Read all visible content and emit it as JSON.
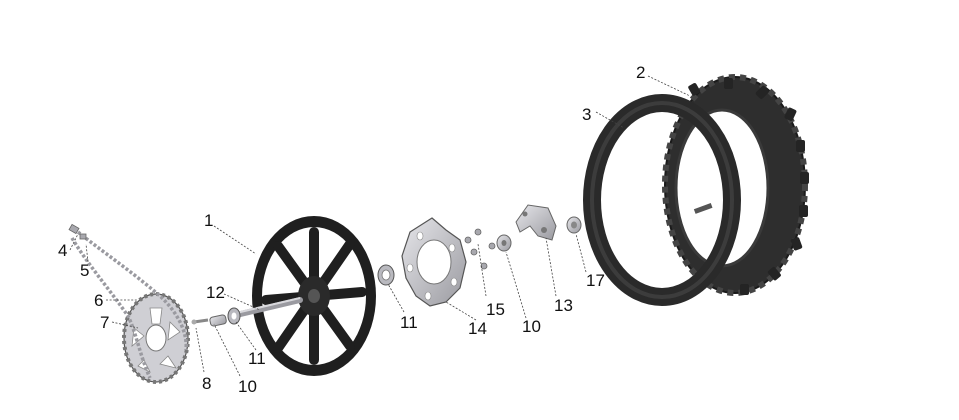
{
  "callouts": {
    "c1": "1",
    "c2": "2",
    "c3": "3",
    "c4": "4",
    "c5": "5",
    "c6": "6",
    "c7": "7",
    "c8": "8",
    "c10a": "10",
    "c10b": "10",
    "c11a": "11",
    "c11b": "11",
    "c12": "12",
    "c13": "13",
    "c14": "14",
    "c15": "15",
    "c17": "17"
  },
  "colors": {
    "rubber": "#2b2b2b",
    "rim": "#1e1e1e",
    "metal": "#c8c8cc",
    "metal_dark": "#8a8a90",
    "outline": "#333333"
  }
}
